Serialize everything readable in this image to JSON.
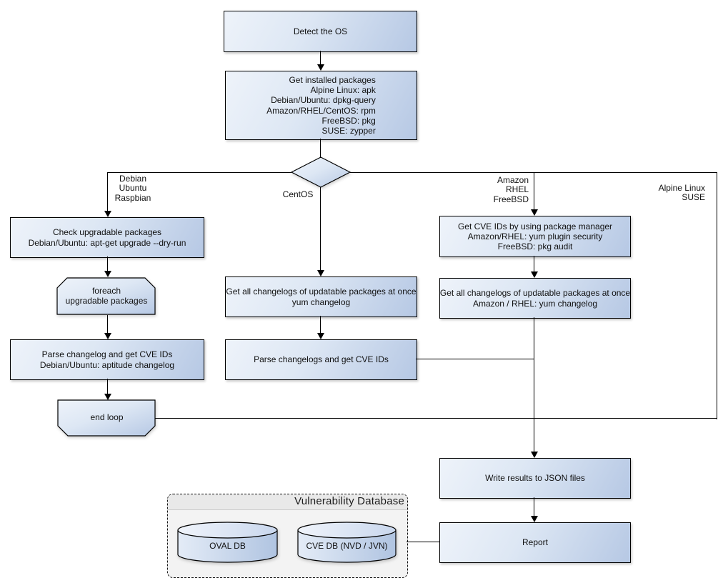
{
  "nodes": {
    "detect_os": {
      "label": "Detect the OS"
    },
    "get_installed_packages": {
      "lines": [
        "Get installed packages",
        "Alpine Linux: apk",
        "Debian/Ubuntu: dpkg-query",
        "Amazon/RHEL/CentOS: rpm",
        "FreeBSD: pkg",
        "SUSE: zypper"
      ]
    },
    "check_upgradable_packages": {
      "lines": [
        "Check upgradable packages",
        "Debian/Ubuntu: apt-get upgrade --dry-run"
      ]
    },
    "foreach_upgradable": {
      "lines": [
        "foreach",
        "upgradable packages"
      ]
    },
    "parse_changelog_apt": {
      "lines": [
        "Parse changelog and get CVE IDs",
        "Debian/Ubuntu: aptitude changelog"
      ]
    },
    "end_loop": {
      "label": "end loop"
    },
    "get_changelogs_yum": {
      "lines": [
        "Get all changelogs of updatable packages at once",
        "yum changelog"
      ]
    },
    "parse_changelogs_yum": {
      "label": "Parse changelogs and get CVE IDs"
    },
    "get_cve_ids_pkg_manager": {
      "lines": [
        "Get CVE IDs by using package manager",
        "Amazon/RHEL: yum plugin security",
        "FreeBSD: pkg audit"
      ]
    },
    "get_changelogs_amazon": {
      "lines": [
        "Get all changelogs of updatable packages at once",
        "Amazon / RHEL: yum changelog"
      ]
    },
    "write_results_json": {
      "label": "Write results to JSON files"
    },
    "report": {
      "label": "Report"
    }
  },
  "branch_labels": {
    "debian": [
      "Debian",
      "Ubuntu",
      "Raspbian"
    ],
    "centos": "CentOS",
    "amazon": [
      "Amazon",
      "RHEL",
      "FreeBSD"
    ],
    "alpine": [
      "Alpine Linux",
      "SUSE"
    ]
  },
  "database": {
    "title": "Vulnerability Database",
    "cylinders": [
      {
        "label": "OVAL DB"
      },
      {
        "label": "CVE DB (NVD / JVN)"
      }
    ]
  },
  "colors": {
    "node-fill-light": "#eef3fa",
    "node-fill-dark": "#b6c8e4",
    "node-border": "#000000",
    "line": "#000000",
    "container-fill": "#f3f3f3",
    "container-title-fill": "#e9e9e9",
    "text": "#111111"
  }
}
